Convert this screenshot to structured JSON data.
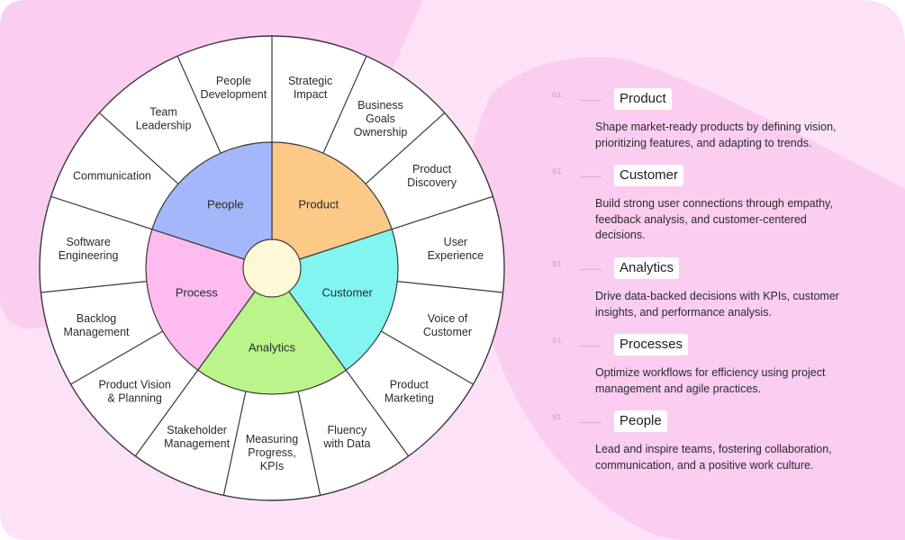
{
  "colors": {
    "background": "#ffffff",
    "blob_pink": "#fbcdf0",
    "blob_light": "#fde2f7",
    "segment_people": "#a5b7fb",
    "segment_product": "#fdc987",
    "segment_customer": "#82f5f1",
    "segment_analytics": "#b9f58a",
    "segment_process": "#fdbbf0",
    "center": "#fff8d6",
    "outline": "#3a3a3a"
  },
  "wheel": {
    "inner_segments": [
      {
        "label": "Product",
        "color": "#fdc987"
      },
      {
        "label": "Customer",
        "color": "#82f5f1"
      },
      {
        "label": "Analytics",
        "color": "#b9f58a"
      },
      {
        "label": "Process",
        "color": "#fdbbf0"
      },
      {
        "label": "People",
        "color": "#a5b7fb"
      }
    ],
    "outer_segments": [
      {
        "lines": [
          "Strategic",
          "Impact"
        ]
      },
      {
        "lines": [
          "Business",
          "Goals",
          "Ownership"
        ]
      },
      {
        "lines": [
          "Product",
          "Discovery"
        ]
      },
      {
        "lines": [
          "User",
          "Experience"
        ]
      },
      {
        "lines": [
          "Voice of",
          "Customer"
        ]
      },
      {
        "lines": [
          "Product",
          "Marketing"
        ]
      },
      {
        "lines": [
          "Fluency",
          "with Data"
        ]
      },
      {
        "lines": [
          "Measuring",
          "Progress,",
          "KPIs"
        ]
      },
      {
        "lines": [
          "Stakeholder",
          "Management"
        ]
      },
      {
        "lines": [
          "Product Vision",
          "& Planning"
        ]
      },
      {
        "lines": [
          "Backlog",
          "Management"
        ]
      },
      {
        "lines": [
          "Software",
          "Engineering"
        ]
      },
      {
        "lines": [
          "Communication"
        ]
      },
      {
        "lines": [
          "Team",
          "Leadership"
        ]
      },
      {
        "lines": [
          "People",
          "Development"
        ]
      }
    ]
  },
  "panel": {
    "entries": [
      {
        "number": "01",
        "title": "Product",
        "description": "Shape market-ready products by defining vision, prioritizing features, and adapting to trends."
      },
      {
        "number": "01",
        "title": "Customer",
        "description": "Build strong user connections through empathy, feedback analysis, and customer-centered decisions."
      },
      {
        "number": "01",
        "title": "Analytics",
        "description": "Drive data-backed decisions with KPIs, customer insights, and performance analysis."
      },
      {
        "number": "01",
        "title": "Processes",
        "description": "Optimize workflows for efficiency using project management and agile practices."
      },
      {
        "number": "01",
        "title": "People",
        "description": "Lead and inspire teams, fostering collaboration, communication, and a positive work culture."
      }
    ]
  }
}
